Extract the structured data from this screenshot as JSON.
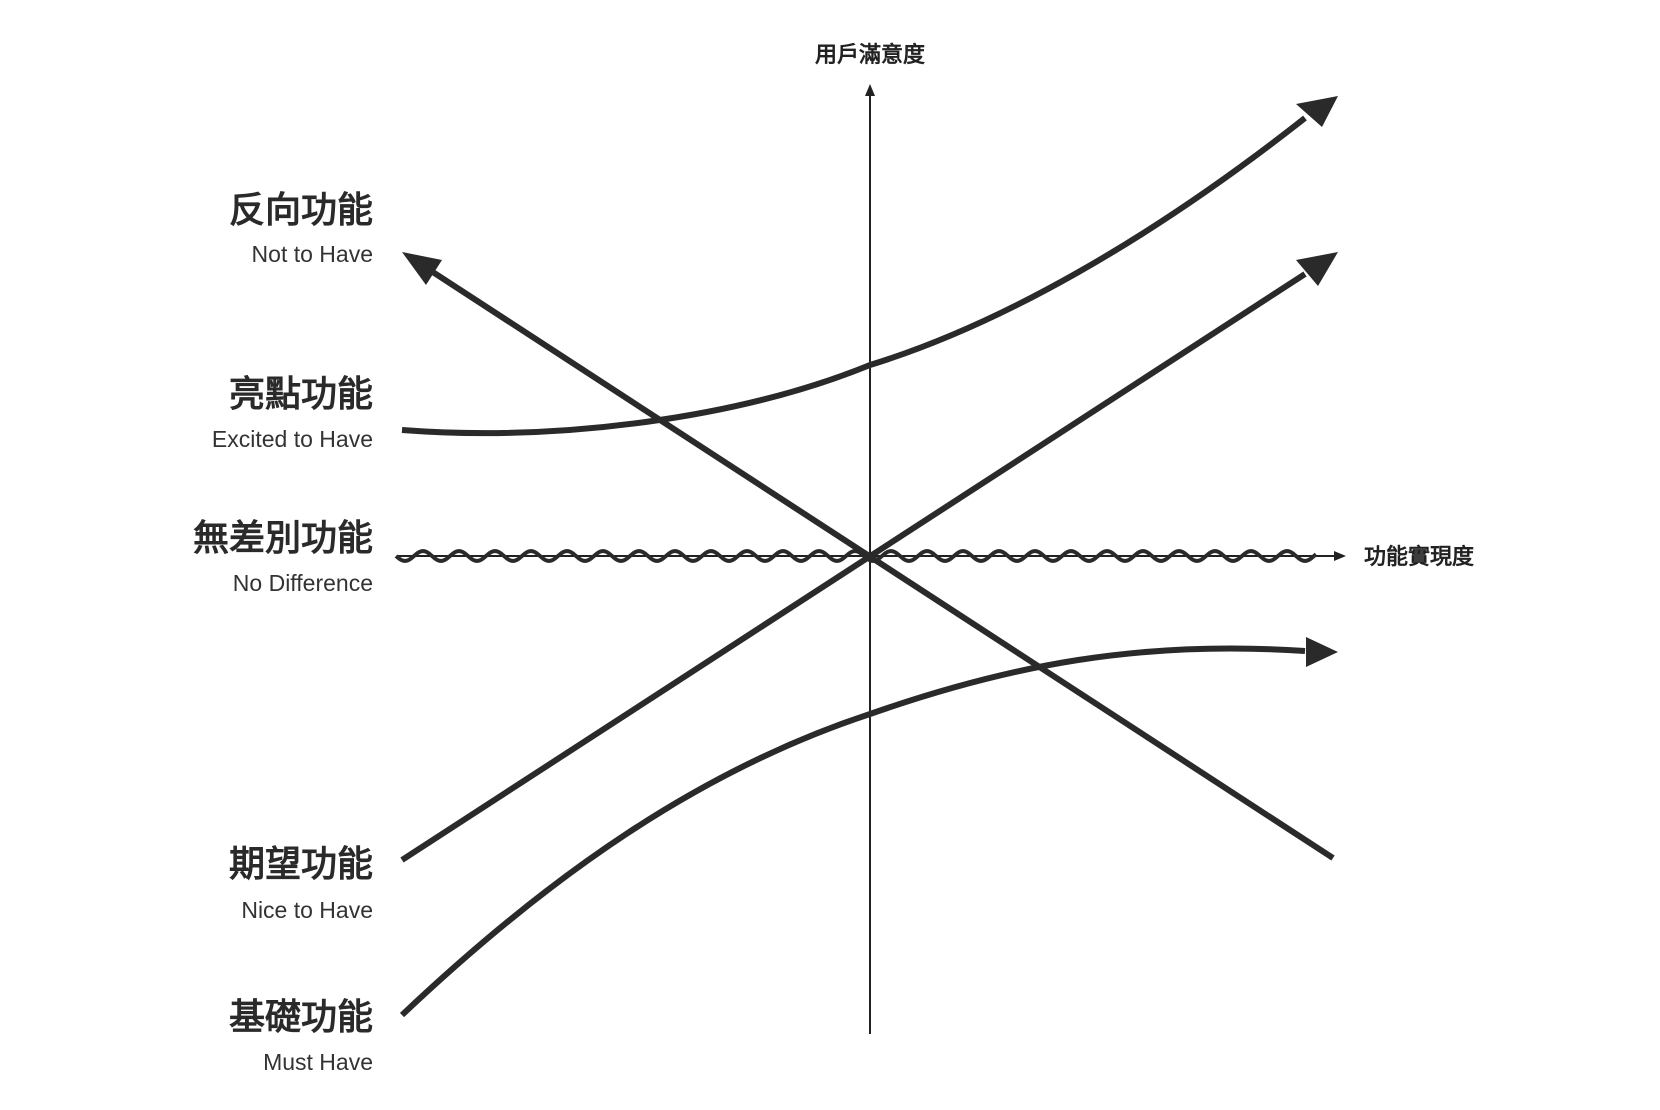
{
  "axes": {
    "y_label": "用戶滿意度",
    "x_label": "功能實現度"
  },
  "categories": [
    {
      "cn": "反向功能",
      "en": "Not to Have"
    },
    {
      "cn": "亮點功能",
      "en": "Excited to Have"
    },
    {
      "cn": "無差別功能",
      "en": "No Difference"
    },
    {
      "cn": "期望功能",
      "en": "Nice to Have"
    },
    {
      "cn": "基礎功能",
      "en": "Must Have"
    }
  ],
  "colors": {
    "curve": "#2a2a2a",
    "axis": "#222222",
    "background": "#ffffff"
  }
}
